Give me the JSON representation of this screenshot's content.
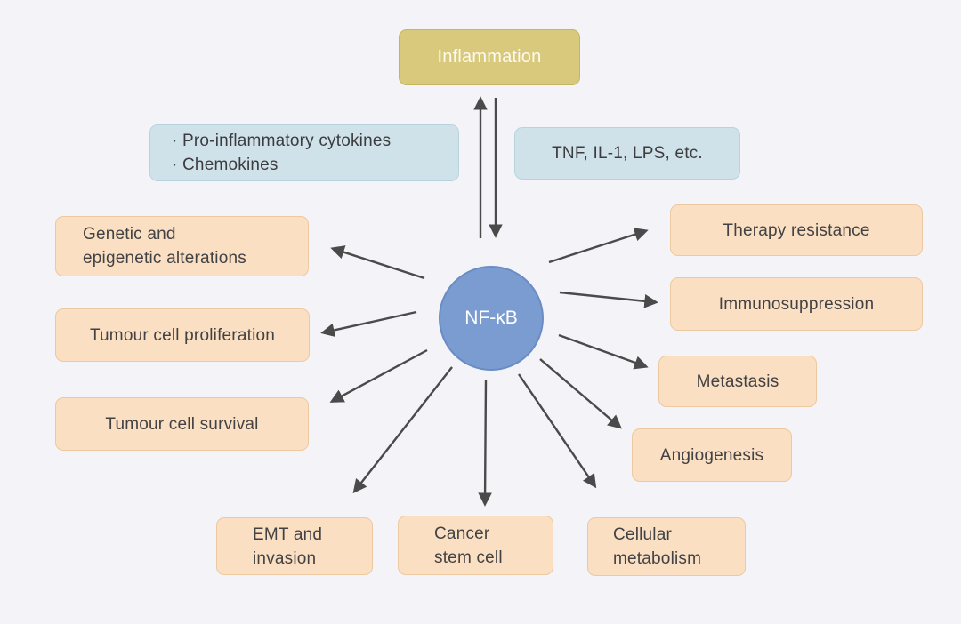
{
  "diagram": {
    "center": {
      "label": "NF-κB"
    },
    "inflammation": {
      "label": "Inflammation"
    },
    "mediators": {
      "lines": [
        "· Pro-inflammatory cytokines",
        "· Chemokines"
      ]
    },
    "stimuli": {
      "label": "TNF, IL-1, LPS, etc."
    },
    "effects": {
      "genetic": {
        "lines": [
          "Genetic and",
          "epigenetic alterations"
        ]
      },
      "proliferation": {
        "label": "Tumour cell proliferation"
      },
      "survival": {
        "label": "Tumour cell survival"
      },
      "therapy_resistance": {
        "label": "Therapy resistance"
      },
      "immunosuppression": {
        "label": "Immunosuppression"
      },
      "metastasis": {
        "label": "Metastasis"
      },
      "angiogenesis": {
        "label": "Angiogenesis"
      },
      "emt_invasion": {
        "lines": [
          "EMT and",
          "invasion"
        ]
      },
      "cancer_stem_cell": {
        "lines": [
          "Cancer",
          "stem cell"
        ]
      },
      "cellular_metabolism": {
        "lines": [
          "Cellular",
          "metabolism"
        ]
      }
    },
    "colors": {
      "background": "#f3f3f8",
      "inflammation_fill": "#d9c97c",
      "mediator_fill": "#cfe2ea",
      "effect_fill": "#fbdfc2",
      "hub_fill": "#7b9cd1",
      "arrow": "#4a4a4a"
    }
  }
}
